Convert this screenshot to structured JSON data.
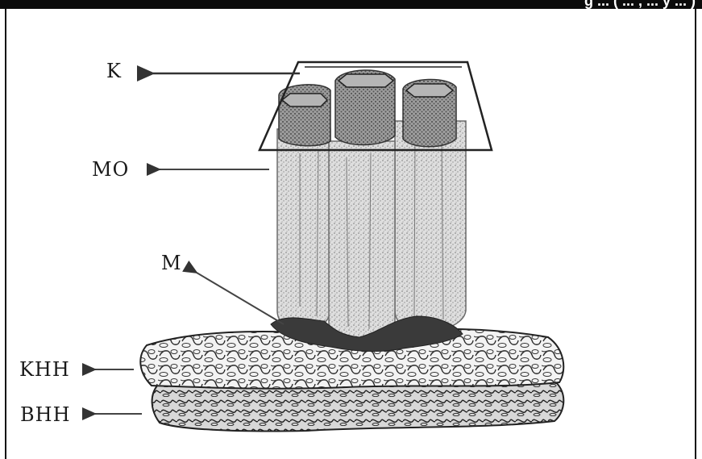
{
  "header": {
    "text": "g ... ( ... , ... y ... )"
  },
  "labels": {
    "k": "K",
    "mo": "MO",
    "m": "M",
    "khh": "KHH",
    "bhh": "BHH"
  },
  "colors": {
    "header_bg": "#0b0b0b",
    "ink": "#1a1a1a",
    "stipple": "#b8b8b8",
    "column_fill": "#d9d9d9"
  }
}
